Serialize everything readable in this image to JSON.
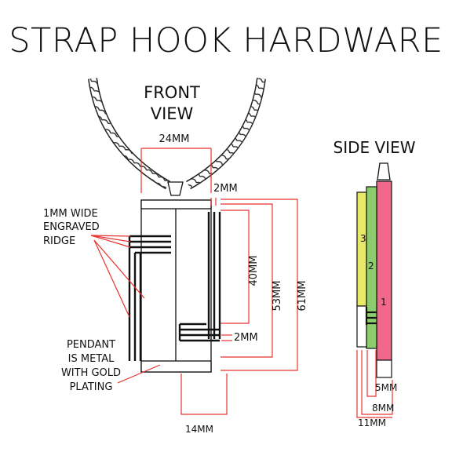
{
  "title": "STRAP HOOK HARDWARE",
  "front_view": {
    "label_line1": "FRONT",
    "label_line2": "VIEW"
  },
  "side_view": {
    "label": "SIDE VIEW",
    "layers": [
      {
        "number": "1",
        "color": "#f0698a"
      },
      {
        "number": "2",
        "color": "#8ccc6e"
      },
      {
        "number": "3",
        "color": "#e6ea68"
      }
    ],
    "dimensions": {
      "d5": "5MM",
      "d8": "8MM",
      "d11": "11MM"
    }
  },
  "annotations": {
    "ridge_line1": "1MM WIDE",
    "ridge_line2": "ENGRAVED",
    "ridge_line3": "RIDGE",
    "pendant_line1": "PENDANT",
    "pendant_line2": "IS METAL",
    "pendant_line3": "WITH GOLD",
    "pendant_line4": "PLATING"
  },
  "dimensions": {
    "top_width": "24MM",
    "gap": "2MM",
    "inner_height": "40MM",
    "mid_height": "53MM",
    "total_height": "61MM",
    "ridge_gap": "2MM",
    "bottom_width": "14MM"
  },
  "colors": {
    "dimension_line": "#e8322e",
    "outline": "#111111"
  }
}
